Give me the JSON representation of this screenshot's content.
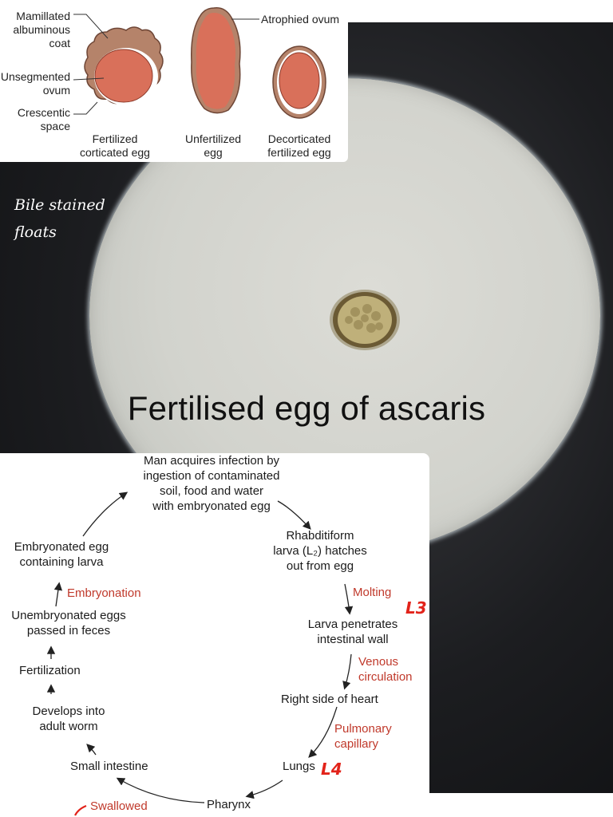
{
  "egg_diagram": {
    "labels": {
      "mamillated": "Mamillated\nalbuminous\ncoat",
      "unsegmented": "Unsegmented\novum",
      "crescentic": "Crescentic\nspace",
      "atrophied": "Atrophied ovum"
    },
    "captions": {
      "fertilized": "Fertilized\ncorticated egg",
      "unfertilized": "Unfertilized\negg",
      "decorticated": "Decorticated\nfertilized egg"
    }
  },
  "photo": {
    "caption": "Fertilised egg of ascaris",
    "handwriting": "Bile stained\nfloats"
  },
  "life_cycle": {
    "steps": {
      "infection": "Man acquires infection by\ningestion of contaminated\nsoil, food and water\nwith embryonated egg",
      "rhabditiform": "Rhabditiform\nlarva (L₂) hatches\nout from egg",
      "penetrates": "Larva penetrates\nintestinal wall",
      "heart": "Right side of heart",
      "lungs": "Lungs",
      "pharynx": "Pharynx",
      "small_intestine": "Small intestine",
      "adult": "Develops into\nadult worm",
      "fertilization": "Fertilization",
      "unembryonated": "Unembryonated eggs\npassed in feces",
      "embryonated": "Embryonated egg\ncontaining larva"
    },
    "transitions": {
      "molting": "Molting",
      "venous": "Venous\ncirculation",
      "pulmonary": "Pulmonary\ncapillary",
      "swallowed": "Swallowed",
      "embryonation": "Embryonation"
    },
    "handwritten_marks": {
      "l3": "L3",
      "l4": "L4"
    }
  },
  "colors": {
    "egg_fill": "#d9705a",
    "coat": "#b07a63",
    "transition_red": "#c0392b"
  }
}
